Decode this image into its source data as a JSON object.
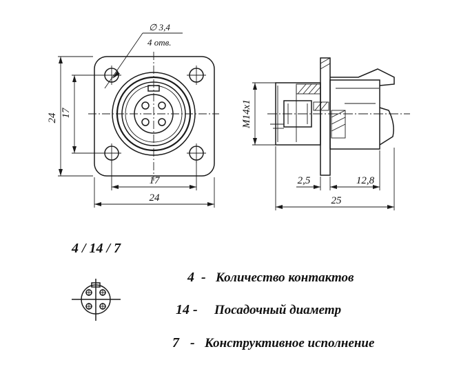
{
  "front_view": {
    "hole_callout_diameter": "∅ 3,4",
    "hole_callout_count": "4 отв.",
    "dim_height_outer": "24",
    "dim_height_inner": "17",
    "dim_width_inner": "17",
    "dim_width_outer": "24"
  },
  "side_view": {
    "thread_label": "М14х1",
    "dim_flange": "2,5",
    "dim_body": "12,8",
    "dim_total": "25"
  },
  "designation": {
    "code": "4 / 14 / 7"
  },
  "legend": [
    {
      "code": "4",
      "dash": "-",
      "text": "Количество контактов"
    },
    {
      "code": "14 -",
      "dash": "",
      "text": "Посадочный диаметр"
    },
    {
      "code": "7",
      "dash": "-",
      "text": "Конструктивное исполнение"
    }
  ]
}
